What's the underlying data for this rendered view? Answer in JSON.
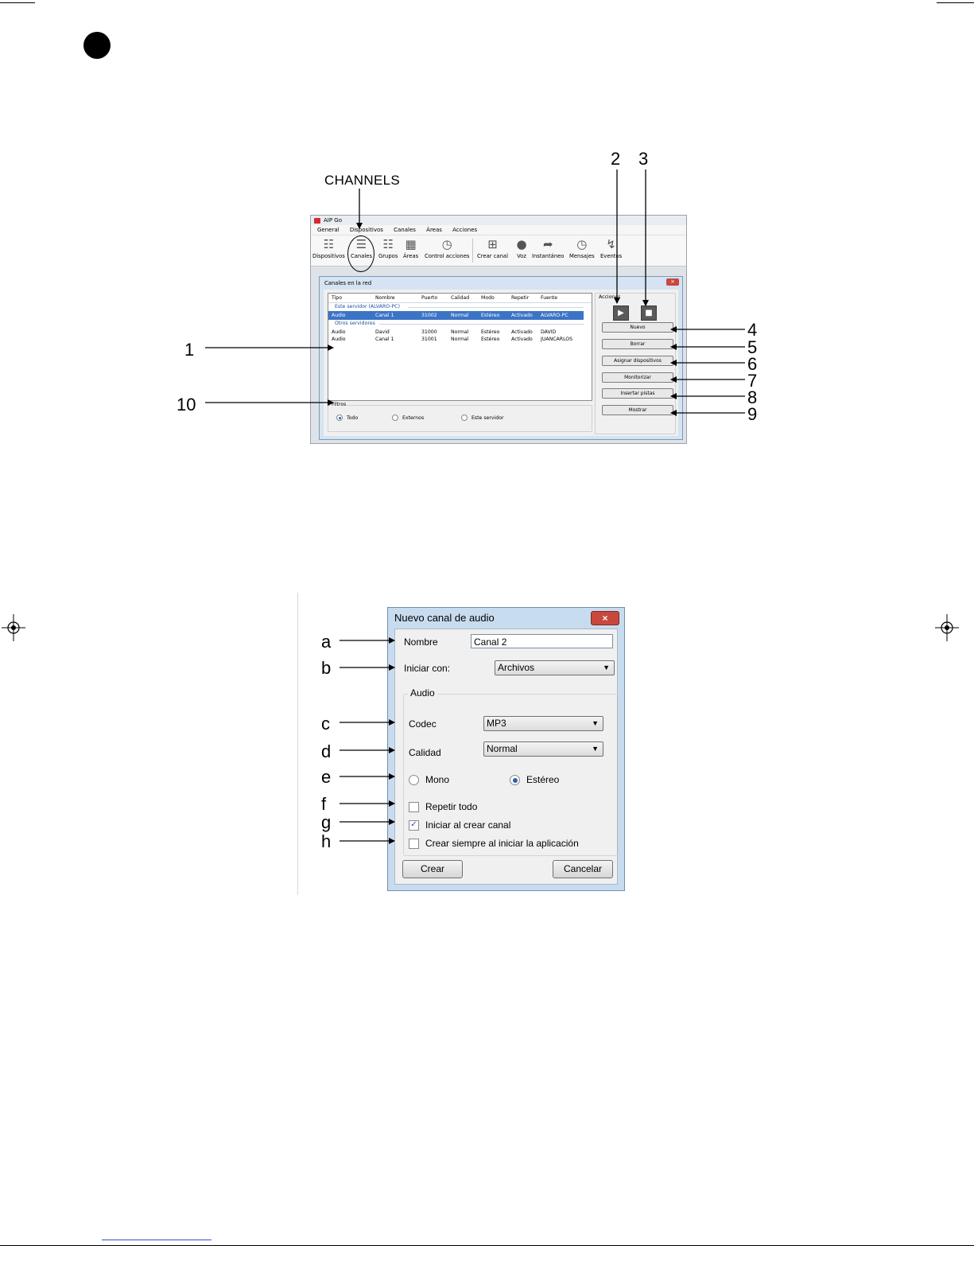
{
  "callouts": {
    "channels": "CHANNELS",
    "n1": "1",
    "n2": "2",
    "n3": "3",
    "n4": "4",
    "n5": "5",
    "n6": "6",
    "n7": "7",
    "n8": "8",
    "n9": "9",
    "n10": "10",
    "a": "a",
    "b": "b",
    "c": "c",
    "d": "d",
    "e": "e",
    "f": "f",
    "g": "g",
    "h": "h"
  },
  "app": {
    "title": "AIP Go",
    "menu": [
      "General",
      "Dispositivos",
      "Canales",
      "Áreas",
      "Acciones"
    ],
    "toolbar": [
      "Dispositivos",
      "Canales",
      "Grupos",
      "Áreas",
      "Control acciones",
      "Crear canal",
      "Voz",
      "Instantáneo",
      "Mensajes",
      "Eventos"
    ],
    "panel_title": "Canales en la red",
    "close_glyph": "×",
    "columns": [
      "Tipo",
      "Nombre",
      "Puerto",
      "Calidad",
      "Modo",
      "Repetir",
      "Fuente"
    ],
    "group_local": "Este servidor (ALVARO-PC)",
    "row_local": [
      "Audio",
      "Canal 1",
      "31002",
      "Normal",
      "Estéreo",
      "Activado",
      "ALVARO-PC"
    ],
    "group_other": "Otros servidores",
    "rows_other": [
      [
        "Audio",
        "David",
        "31000",
        "Normal",
        "Estéreo",
        "Activado",
        "DAVID"
      ],
      [
        "Audio",
        "Canal 1",
        "31001",
        "Normal",
        "Estéreo",
        "Activado",
        "JUANCARLOS"
      ]
    ],
    "actions_label": "Acciones",
    "action_buttons": [
      "Nuevo",
      "Borrar",
      "Asignar dispositivos",
      "Monitorizar",
      "Insertar pistas",
      "Mostrar"
    ],
    "filters_label": "Filtros",
    "filters": [
      "Todo",
      "Externos",
      "Este servidor"
    ],
    "filter_selected": "Todo"
  },
  "dialog": {
    "title": "Nuevo canal de audio",
    "close_glyph": "×",
    "name_label": "Nombre",
    "name_value": "Canal 2",
    "start_label": "Iniciar con:",
    "start_value": "Archivos",
    "group_label": "Audio",
    "codec_label": "Codec",
    "codec_value": "MP3",
    "quality_label": "Calidad",
    "quality_value": "Normal",
    "mono_label": "Mono",
    "stereo_label": "Estéreo",
    "stereo_selected": true,
    "repeat_label": "Repetir todo",
    "repeat_checked": false,
    "start_create_label": "Iniciar al crear canal",
    "start_create_checked": true,
    "always_create_label": "Crear siempre al iniciar la aplicación",
    "always_create_checked": false,
    "create_button": "Crear",
    "cancel_button": "Cancelar",
    "check_glyph": "✓"
  }
}
